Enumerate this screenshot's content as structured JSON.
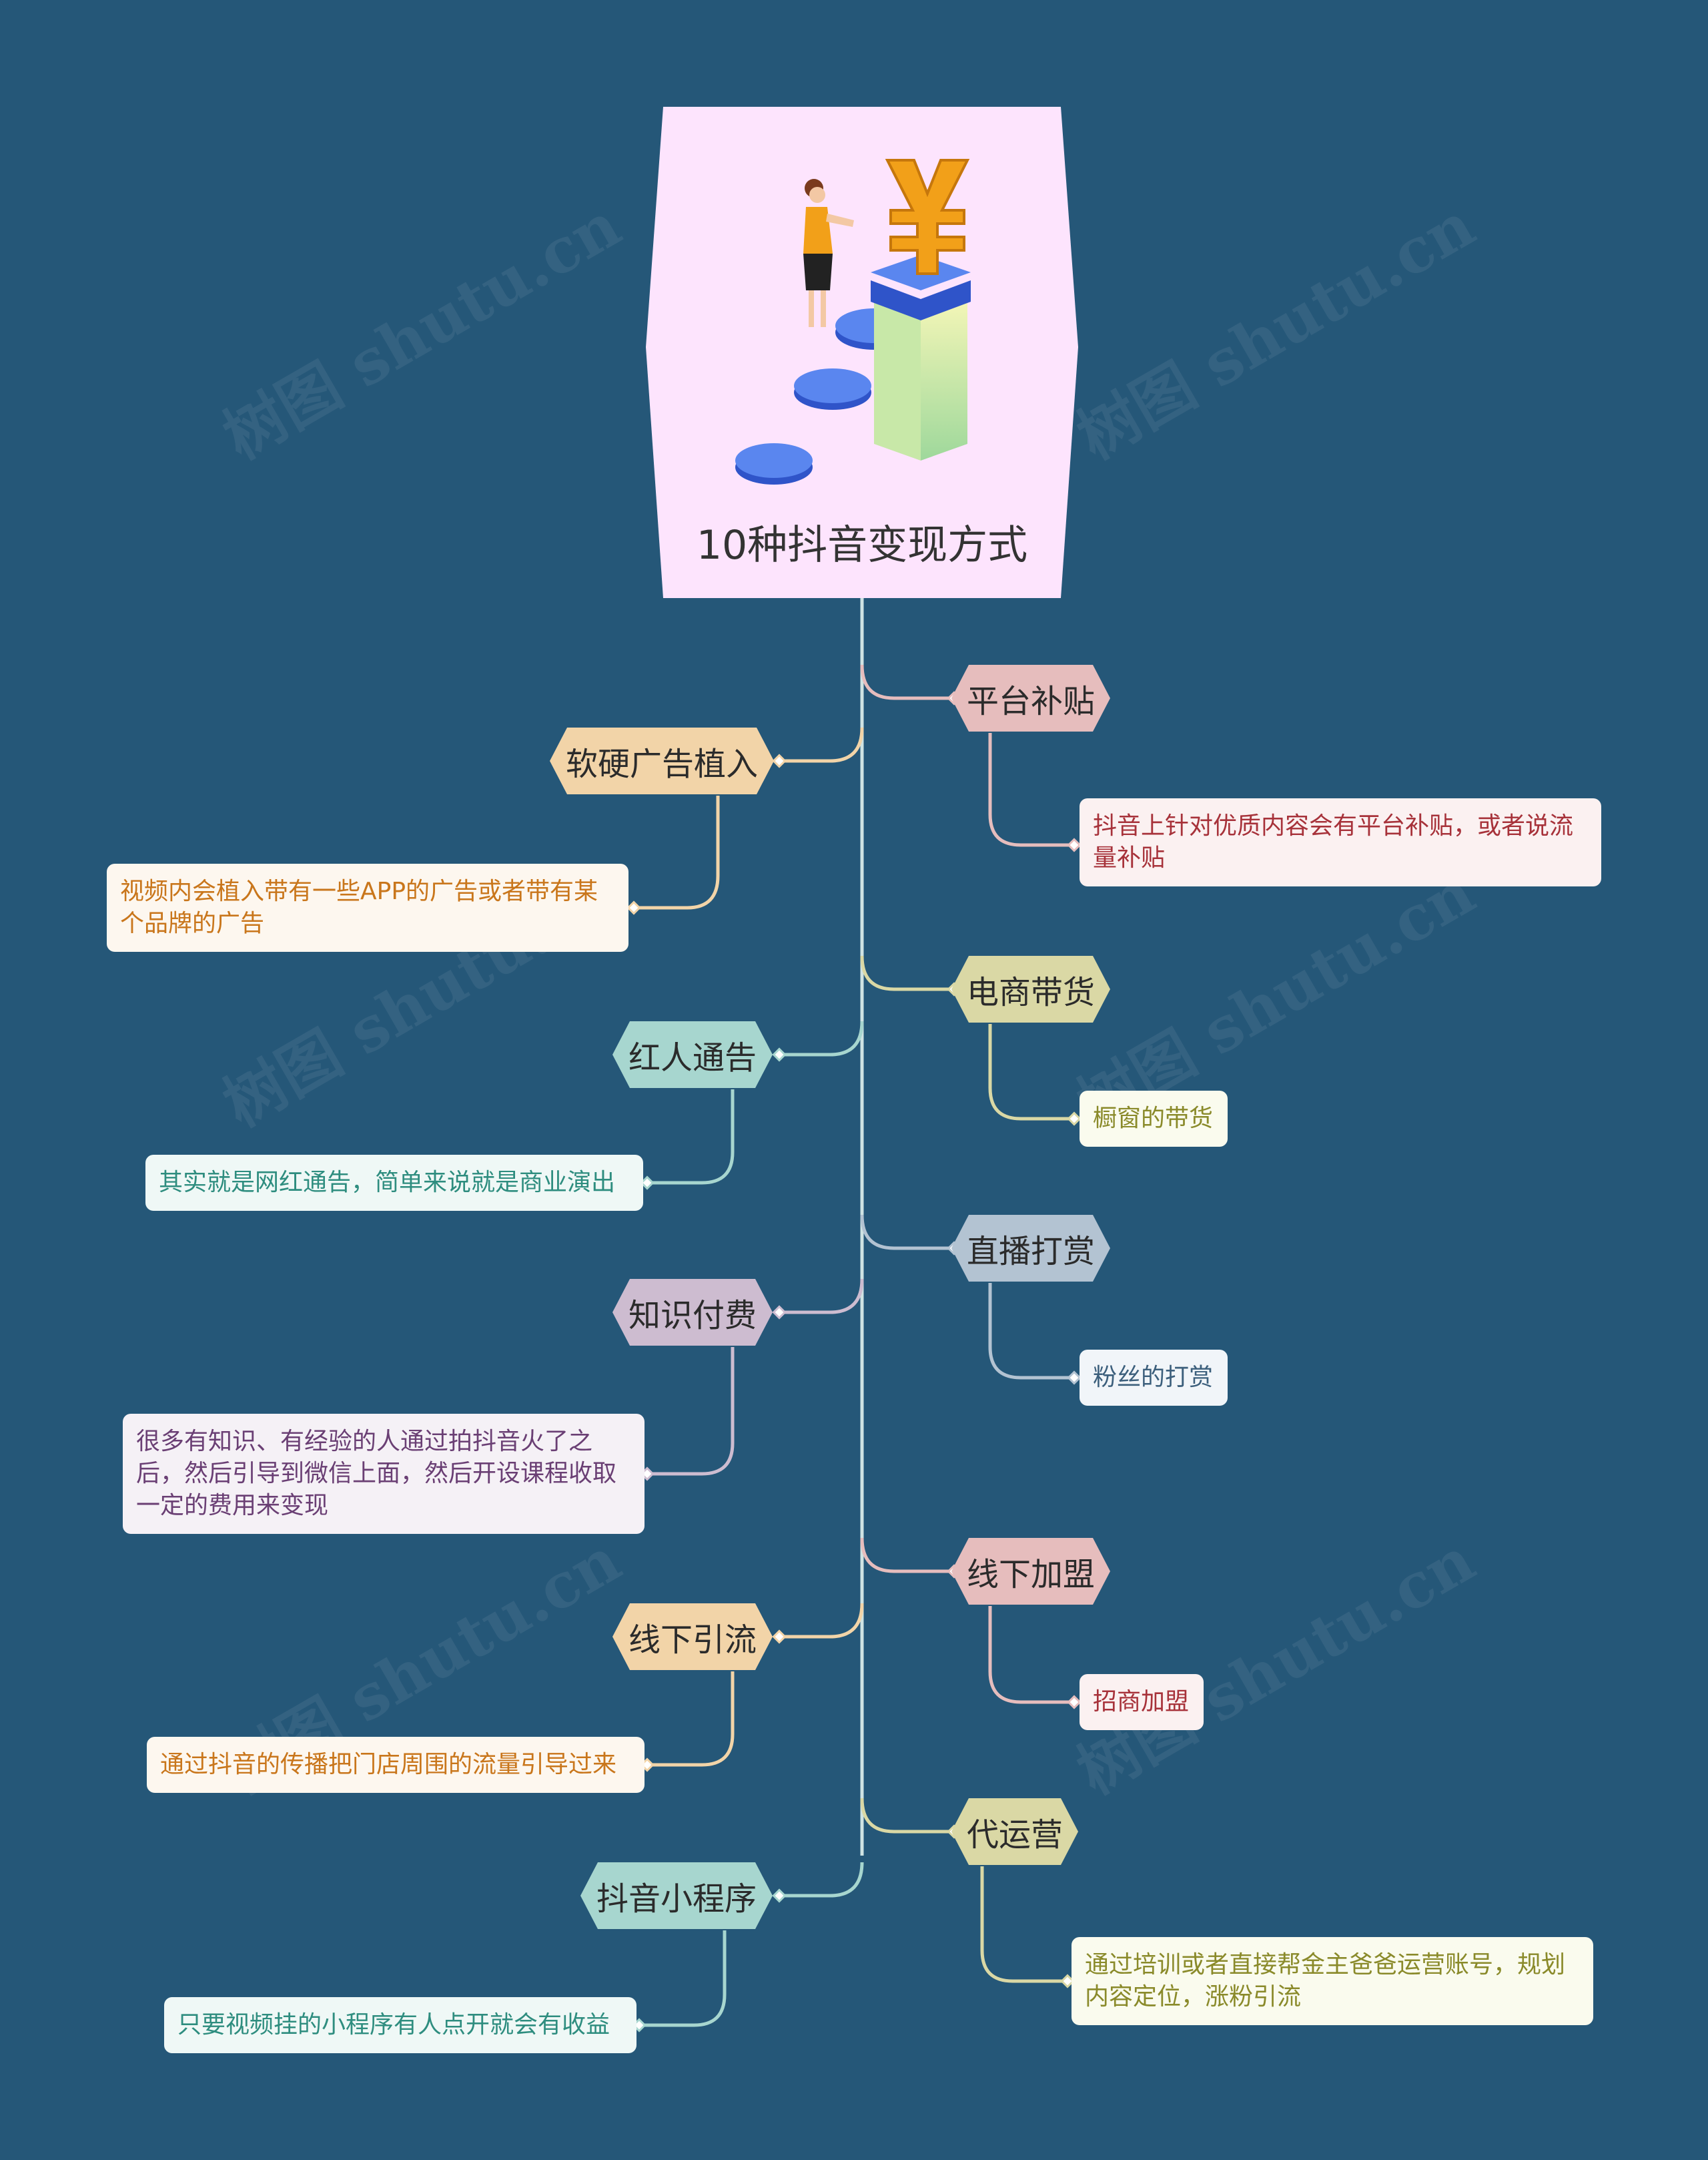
{
  "watermark": "树图 shutu.cn",
  "root": {
    "title": "10种抖音变现方式",
    "illustration": "money-growth-illustration"
  },
  "branches": {
    "b1": {
      "label": "平台补贴",
      "detail": "抖音上针对优质内容会有平台补贴，或者说流量补贴",
      "color": "#e6bdbd",
      "text_color": "#a7323a"
    },
    "b2": {
      "label": "软硬广告植入",
      "detail": "视频内会植入带有一些APP的广告或者带有某个品牌的广告",
      "color": "#f2d4a8",
      "text_color": "#c9761b"
    },
    "b3": {
      "label": "电商带货",
      "detail": "橱窗的带货",
      "color": "#dad8a5",
      "text_color": "#8a8a2a"
    },
    "b4": {
      "label": "红人通告",
      "detail": "其实就是网红通告，简单来说就是商业演出",
      "color": "#a7d6cf",
      "text_color": "#2e8d7f"
    },
    "b5": {
      "label": "直播打赏",
      "detail": "粉丝的打赏",
      "color": "#b3c3d2",
      "text_color": "#3c5f7c"
    },
    "b6": {
      "label": "知识付费",
      "detail": "很多有知识、有经验的人通过拍抖音火了之后，然后引导到微信上面，然后开设课程收取一定的费用来变现",
      "color": "#cdbcd0",
      "text_color": "#6a3f74"
    },
    "b7": {
      "label": "线下加盟",
      "detail": "招商加盟",
      "color": "#e6bdbd",
      "text_color": "#a7323a"
    },
    "b8": {
      "label": "线下引流",
      "detail": "通过抖音的传播把门店周围的流量引导过来",
      "color": "#f2d4a8",
      "text_color": "#c9761b"
    },
    "b9": {
      "label": "代运营",
      "detail": "通过培训或者直接帮金主爸爸运营账号，规划内容定位，涨粉引流",
      "color": "#dad8a5",
      "text_color": "#8a8a2a"
    },
    "b10": {
      "label": "抖音小程序",
      "detail": "只要视频挂的小程序有人点开就会有收益",
      "color": "#a7d6cf",
      "text_color": "#2e8d7f"
    }
  }
}
